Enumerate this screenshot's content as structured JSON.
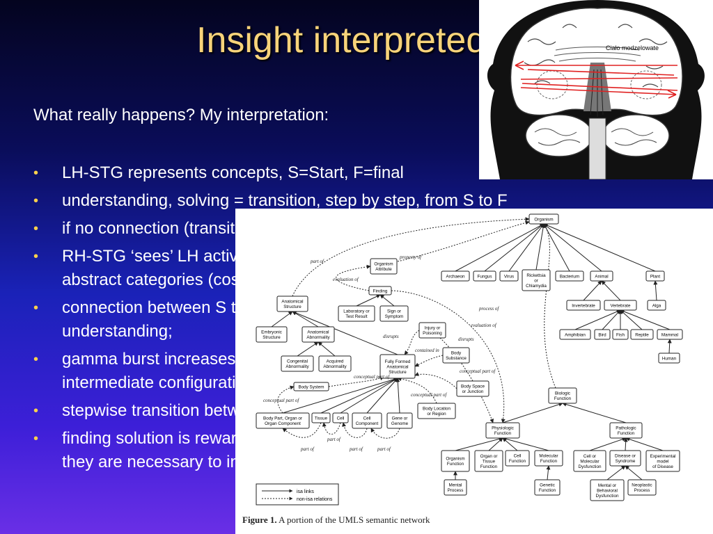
{
  "slide": {
    "title": "Insight interpreted",
    "intro": "What really happens? My interpretation:",
    "bullets": [
      {
        "line1": "LH-STG represents concepts, S=Start, F=final",
        "line2": ""
      },
      {
        "line1": "understanding, solving = transition, step by step, from S to F",
        "line2": ""
      },
      {
        "line1": "if no connection (transition) is found this leads to an impasse;",
        "line2": ""
      },
      {
        "line1": "RH-STG ‘sees’ LH activity on meta-level, clustering concepts into",
        "line2": "abstract categories (cosets, or constrained sets);"
      },
      {
        "line1": "connection between S to F is found in RH, leading to a feeling of",
        "line2": "understanding;"
      },
      {
        "line1": "gamma burst increases the activity of LH representations for S, F and",
        "line2": "intermediate configurations;"
      },
      {
        "line1": "stepwise transition between S and F is found;",
        "line2": ""
      },
      {
        "line1": "finding solution is rewarded by emotions during Aha! experience;",
        "line2": "they are necessary to increase plasticity and create permanent links."
      }
    ]
  },
  "brain_image": {
    "label": "Ciało modzelowate",
    "arrow_color": "#e02020"
  },
  "figure": {
    "caption_bold": "Figure 1.",
    "caption_text": "A portion of the UMLS semantic network",
    "legend": [
      "isa links",
      "non-isa relations"
    ],
    "nodes": [
      {
        "id": "organism",
        "text": [
          "Organism"
        ]
      },
      {
        "id": "organism_attr",
        "text": [
          "Organism",
          "Attribute"
        ]
      },
      {
        "id": "finding",
        "text": [
          "Finding"
        ]
      },
      {
        "id": "lab",
        "text": [
          "Laboratory or",
          "Test Result"
        ]
      },
      {
        "id": "sign",
        "text": [
          "Sign or",
          "Symptom"
        ]
      },
      {
        "id": "anat",
        "text": [
          "Anatomical",
          "Structure"
        ]
      },
      {
        "id": "embryo",
        "text": [
          "Embryonic",
          "Structure"
        ]
      },
      {
        "id": "anat_abn",
        "text": [
          "Anatomical",
          "Abnormality"
        ]
      },
      {
        "id": "congen",
        "text": [
          "Congenital",
          "Abnormality"
        ]
      },
      {
        "id": "acquired",
        "text": [
          "Acquired",
          "Abnormality"
        ]
      },
      {
        "id": "fully",
        "text": [
          "Fully Formed",
          "Anatomical",
          "Structure"
        ]
      },
      {
        "id": "injury",
        "text": [
          "Injury or",
          "Poisoning"
        ]
      },
      {
        "id": "body_sub",
        "text": [
          "Body",
          "Substance"
        ]
      },
      {
        "id": "body_sys",
        "text": [
          "Body System"
        ]
      },
      {
        "id": "body_space",
        "text": [
          "Body Space",
          "or Junction"
        ]
      },
      {
        "id": "body_loc",
        "text": [
          "Body Location",
          "or Region"
        ]
      },
      {
        "id": "body_part",
        "text": [
          "Body Part, Organ or",
          "Organ Component"
        ]
      },
      {
        "id": "tissue",
        "text": [
          "Tissue"
        ]
      },
      {
        "id": "cell",
        "text": [
          "Cell"
        ]
      },
      {
        "id": "cell_comp",
        "text": [
          "Cell",
          "Component"
        ]
      },
      {
        "id": "gene",
        "text": [
          "Gene or",
          "Genome"
        ]
      },
      {
        "id": "archaeon",
        "text": [
          "Archaeon"
        ]
      },
      {
        "id": "fungus",
        "text": [
          "Fungus"
        ]
      },
      {
        "id": "virus",
        "text": [
          "Virus"
        ]
      },
      {
        "id": "rick",
        "text": [
          "Rickettsia",
          "or",
          "Chlamydia"
        ]
      },
      {
        "id": "bacterium",
        "text": [
          "Bacterium"
        ]
      },
      {
        "id": "animal",
        "text": [
          "Animal"
        ]
      },
      {
        "id": "plant",
        "text": [
          "Plant"
        ]
      },
      {
        "id": "invert",
        "text": [
          "Invertebrate"
        ]
      },
      {
        "id": "vert",
        "text": [
          "Vertebrate"
        ]
      },
      {
        "id": "alga",
        "text": [
          "Alga"
        ]
      },
      {
        "id": "amphibian",
        "text": [
          "Amphibian"
        ]
      },
      {
        "id": "bird",
        "text": [
          "Bird"
        ]
      },
      {
        "id": "fish",
        "text": [
          "Fish"
        ]
      },
      {
        "id": "reptile",
        "text": [
          "Reptile"
        ]
      },
      {
        "id": "mammal",
        "text": [
          "Mammal"
        ]
      },
      {
        "id": "human",
        "text": [
          "Human"
        ]
      },
      {
        "id": "biologic",
        "text": [
          "Biologic",
          "Function"
        ]
      },
      {
        "id": "physio",
        "text": [
          "Physiologic",
          "Function"
        ]
      },
      {
        "id": "patho",
        "text": [
          "Pathologic",
          "Function"
        ]
      },
      {
        "id": "org_func",
        "text": [
          "Organism",
          "Function"
        ]
      },
      {
        "id": "organ_func",
        "text": [
          "Organ or",
          "Tissue",
          "Function"
        ]
      },
      {
        "id": "cell_func",
        "text": [
          "Cell",
          "Function"
        ]
      },
      {
        "id": "mol_func",
        "text": [
          "Molecular",
          "Function"
        ]
      },
      {
        "id": "cell_mol_dys",
        "text": [
          "Cell or",
          "Molecular",
          "Dysfunction"
        ]
      },
      {
        "id": "disease",
        "text": [
          "Disease or",
          "Syndrome"
        ]
      },
      {
        "id": "exp_model",
        "text": [
          "Experimental",
          "model",
          "of Disease"
        ]
      },
      {
        "id": "mental",
        "text": [
          "Mental",
          "Process"
        ]
      },
      {
        "id": "genetic",
        "text": [
          "Genetic",
          "Function"
        ]
      },
      {
        "id": "mental_beh",
        "text": [
          "Mental or",
          "Behavioral",
          "Dysfunction"
        ]
      },
      {
        "id": "neoplastic",
        "text": [
          "Neoplastic",
          "Process"
        ]
      }
    ],
    "edge_labels": [
      "part of",
      "property of",
      "evaluation of",
      "process of",
      "evaluation of",
      "disrupts",
      "disrupts",
      "contained in",
      "conceptual part of",
      "conceptual part of",
      "conceptual part of",
      "conceptual part of",
      "part of",
      "part of",
      "part of",
      "part of"
    ]
  }
}
